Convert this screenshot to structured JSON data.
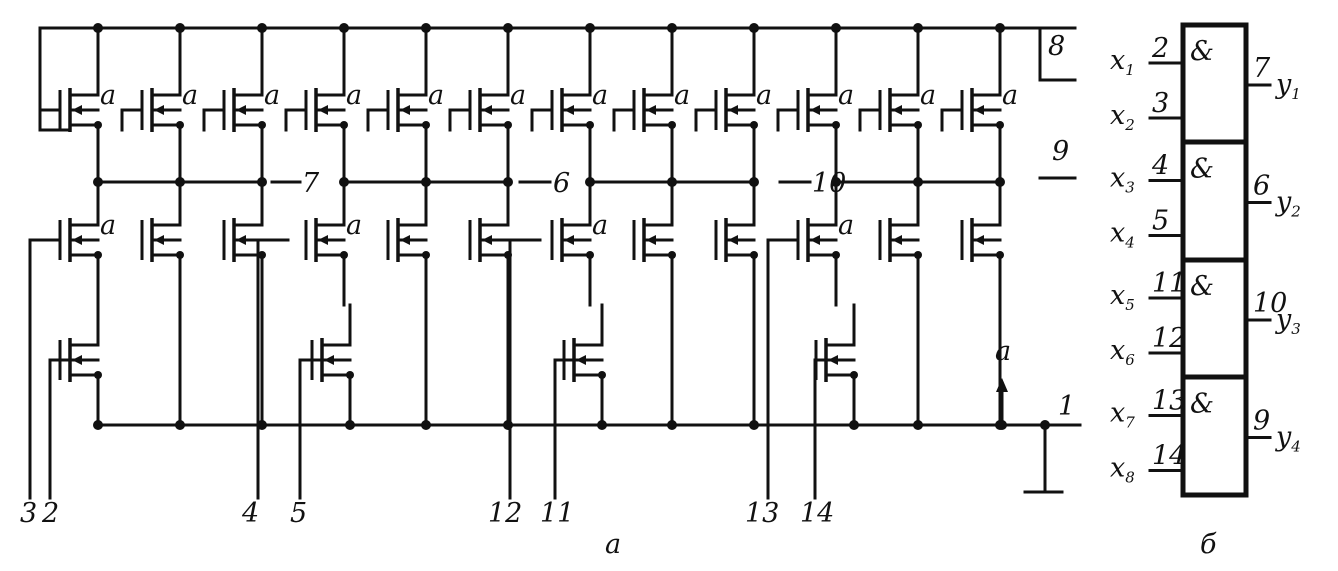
{
  "figure": {
    "part_a_caption": "а",
    "part_b_caption": "б"
  },
  "circuit": {
    "transistor_tag": "а",
    "supply_pin": "8",
    "ground_pin": "1",
    "input_pin_labels": [
      "3",
      "2",
      "4",
      "5",
      "12",
      "11",
      "13",
      "14"
    ],
    "output_pin_labels": [
      "7",
      "6",
      "10",
      "9"
    ],
    "bias_label": "а"
  },
  "symbol": {
    "gate_sign": "&",
    "gates": [
      {
        "in1": {
          "name": "x",
          "sub": "1",
          "pin": "2"
        },
        "in2": {
          "name": "x",
          "sub": "2",
          "pin": "3"
        },
        "out": {
          "name": "y",
          "sub": "1",
          "pin": "7"
        }
      },
      {
        "in1": {
          "name": "x",
          "sub": "3",
          "pin": "4"
        },
        "in2": {
          "name": "x",
          "sub": "4",
          "pin": "5"
        },
        "out": {
          "name": "y",
          "sub": "2",
          "pin": "6"
        }
      },
      {
        "in1": {
          "name": "x",
          "sub": "5",
          "pin": "11"
        },
        "in2": {
          "name": "x",
          "sub": "6",
          "pin": "12"
        },
        "out": {
          "name": "y",
          "sub": "3",
          "pin": "10"
        }
      },
      {
        "in1": {
          "name": "x",
          "sub": "7",
          "pin": "13"
        },
        "in2": {
          "name": "x",
          "sub": "8",
          "pin": "14"
        },
        "out": {
          "name": "y",
          "sub": "4",
          "pin": "9"
        }
      }
    ]
  }
}
